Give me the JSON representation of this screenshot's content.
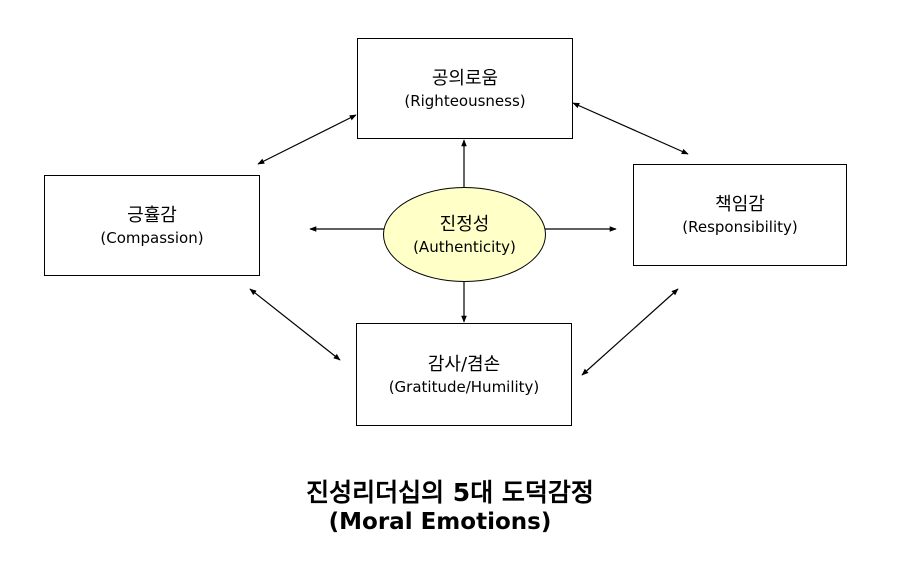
{
  "diagram": {
    "center": {
      "korean": "진정성",
      "english": "(Authenticity)"
    },
    "top": {
      "korean": "공의로움",
      "english": "(Righteousness)"
    },
    "left": {
      "korean": "긍휼감",
      "english": "(Compassion)"
    },
    "right": {
      "korean": "책임감",
      "english": "(Responsibility)"
    },
    "bottom": {
      "korean": "감사/겸손",
      "english": "(Gratitude/Humility)"
    },
    "colors": {
      "ellipse_fill": "#ffffc8",
      "stroke": "#000000"
    }
  },
  "caption": {
    "korean": "진성리더십의 5대 도덕감정",
    "english": "(Moral Emotions)"
  }
}
